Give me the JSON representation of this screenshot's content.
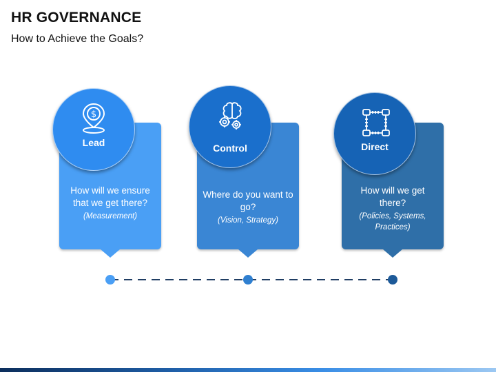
{
  "title": "HR GOVERNANCE",
  "subtitle": "How to Achieve the Goals?",
  "steps": [
    {
      "label": "Lead",
      "question": "How will we ensure that we get there?",
      "note": "(Measurement)",
      "icon": "dollar-location-icon",
      "color": "#4a9ff5"
    },
    {
      "label": "Control",
      "question": "Where do you want to go?",
      "note": "(Vision, Strategy)",
      "icon": "brain-gears-icon",
      "color": "#3a86d4"
    },
    {
      "label": "Direct",
      "question": "How will we get there?",
      "note": "(Policies, Systems, Practices)",
      "icon": "hands-chain-icon",
      "color": "#2f6fa8"
    }
  ]
}
